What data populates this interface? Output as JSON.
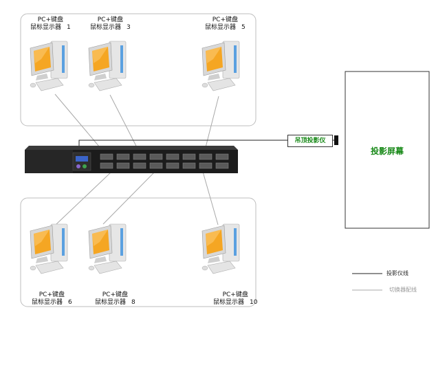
{
  "workstations": [
    {
      "id": "ws1",
      "line1": "PC+键盘",
      "line2": "鼠标显示器",
      "num": "1"
    },
    {
      "id": "ws3",
      "line1": "PC+键盘",
      "line2": "鼠标显示器",
      "num": "3"
    },
    {
      "id": "ws5",
      "line1": "PC+键盘",
      "line2": "鼠标显示器",
      "num": "5"
    },
    {
      "id": "ws6",
      "line1": "PC+键盘",
      "line2": "鼠标显示器",
      "num": "6"
    },
    {
      "id": "ws8",
      "line1": "PC+键盘",
      "line2": "鼠标显示器",
      "num": "8"
    },
    {
      "id": "ws10",
      "line1": "PC+键盘",
      "line2": "鼠标显示器",
      "num": "10"
    }
  ],
  "projector_label": "吊顶投影仪",
  "screen_label": "投影屏幕",
  "legend": [
    {
      "label": "投影仪线",
      "color": "#222222"
    },
    {
      "label": "切换器配线",
      "color": "#aaaaaa"
    }
  ],
  "colors": {
    "accent_green": "#1a8a1a",
    "monitor_orange": "#f5a623",
    "switch_body": "#1c1c1c"
  }
}
